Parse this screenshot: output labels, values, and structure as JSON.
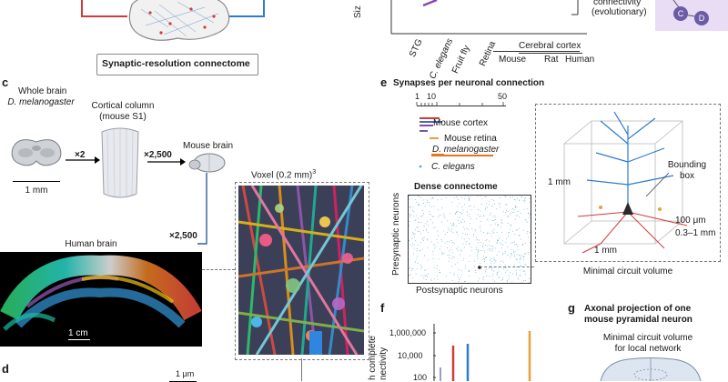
{
  "panel_b": {
    "connectome_label": "Synaptic-resolution connectome",
    "y_axis_label_fragment": "Siz",
    "connectivity_label_line1": "connectivity",
    "connectivity_label_line2": "(evolutionary)",
    "node_c": "C",
    "node_d": "D",
    "species_ticks": [
      "STG",
      "C. elegans",
      "Fruit fly",
      "Retina"
    ],
    "cortex_group_label": "Cerebral cortex",
    "cortex_ticks": [
      "Mouse",
      "Rat",
      "Human"
    ]
  },
  "panel_c": {
    "letter": "c",
    "whole_brain_line1": "Whole brain",
    "whole_brain_line2": "D. melanogaster",
    "scale_1mm": "1 mm",
    "cortical_column_line1": "Cortical column",
    "cortical_column_line2": "(mouse S1)",
    "mult_x2": "×2",
    "mult_x2500_a": "×2,500",
    "mouse_brain": "Mouse brain",
    "mult_x2500_b": "×2,500",
    "human_brain": "Human brain",
    "scale_1cm": "1 cm",
    "voxel_label": "Voxel (0.2 mm)",
    "voxel_sup": "3"
  },
  "panel_d": {
    "letter": "d",
    "scale_1um": "1 μm"
  },
  "panel_e": {
    "letter": "e",
    "title": "Synapses per neuronal connection",
    "axis_ticks": [
      "1",
      "10",
      "50"
    ],
    "legend": [
      {
        "label": "Mouse cortex",
        "italic": false
      },
      {
        "label": "Mouse retina",
        "italic": false
      },
      {
        "label": "D. melanogaster",
        "italic": true
      },
      {
        "label": "C. elegans",
        "italic": true
      }
    ],
    "dense_connectome_title": "Dense connectome",
    "presynaptic_label": "Presynaptic neurons",
    "postsynaptic_label": "Postsynaptic neurons",
    "cube_1mm_side": "1 mm",
    "cube_1mm_bottom": "1 mm",
    "bounding_box_line1": "Bounding",
    "bounding_box_line2": "box",
    "scale_100um": "100 μm",
    "scale_range": "0.3–1 mm",
    "minimal_circuit_volume": "Minimal circuit volume"
  },
  "panel_f": {
    "letter": "f",
    "yticks": [
      "1,000,000",
      "10,000",
      "100"
    ],
    "ylabel_line1": "h complete",
    "ylabel_line2": "nectivity"
  },
  "panel_g": {
    "letter": "g",
    "title_line1": "Axonal projection of one",
    "title_line2": "mouse pyramidal neuron",
    "sub_line1": "Minimal circuit volume",
    "sub_line2": "for local network"
  },
  "colors": {
    "mouse_cortex": "#3b6fb6",
    "mouse_retina": "#e8a13a",
    "fruit_fly": "#e8741e",
    "c_elegans": "#3aa6c4",
    "magenta": "#8e44ad",
    "red": "#d23a3a",
    "blue": "#2e7bd1",
    "lavender": "#e9ddf5"
  }
}
